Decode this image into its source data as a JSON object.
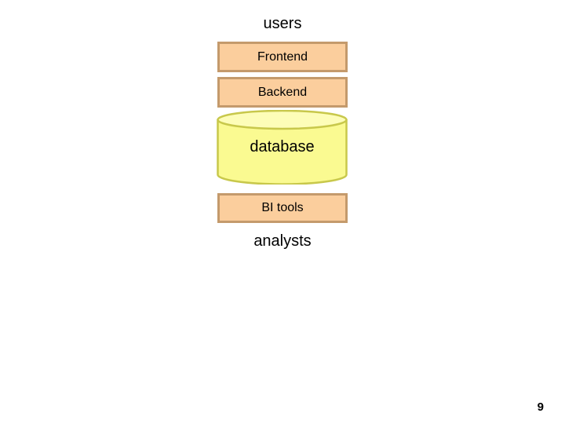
{
  "slide": {
    "page_number": "9",
    "background_color": "#ffffff"
  },
  "diagram": {
    "title_label": "users",
    "footer_label": "analysts",
    "nodes": [
      {
        "id": "users",
        "label": "users",
        "shape": "text",
        "fill": "none",
        "border": "none",
        "text_color": "#000000"
      },
      {
        "id": "frontend",
        "label": "Frontend",
        "shape": "rectangle",
        "fill": "#FBCE9D",
        "border": "#C49A6C",
        "text_color": "#000000"
      },
      {
        "id": "backend",
        "label": "Backend",
        "shape": "rectangle",
        "fill": "#FBCE9D",
        "border": "#C49A6C",
        "text_color": "#000000"
      },
      {
        "id": "database",
        "label": "database",
        "shape": "cylinder",
        "fill": "#FAFA91",
        "border": "#C8C84B",
        "text_color": "#000000"
      },
      {
        "id": "bitools",
        "label": "BI tools",
        "shape": "rectangle",
        "fill": "#FBCE9D",
        "border": "#C49A6C",
        "text_color": "#000000"
      },
      {
        "id": "analysts",
        "label": "analysts",
        "shape": "text",
        "fill": "none",
        "border": "none",
        "text_color": "#000000"
      }
    ]
  }
}
